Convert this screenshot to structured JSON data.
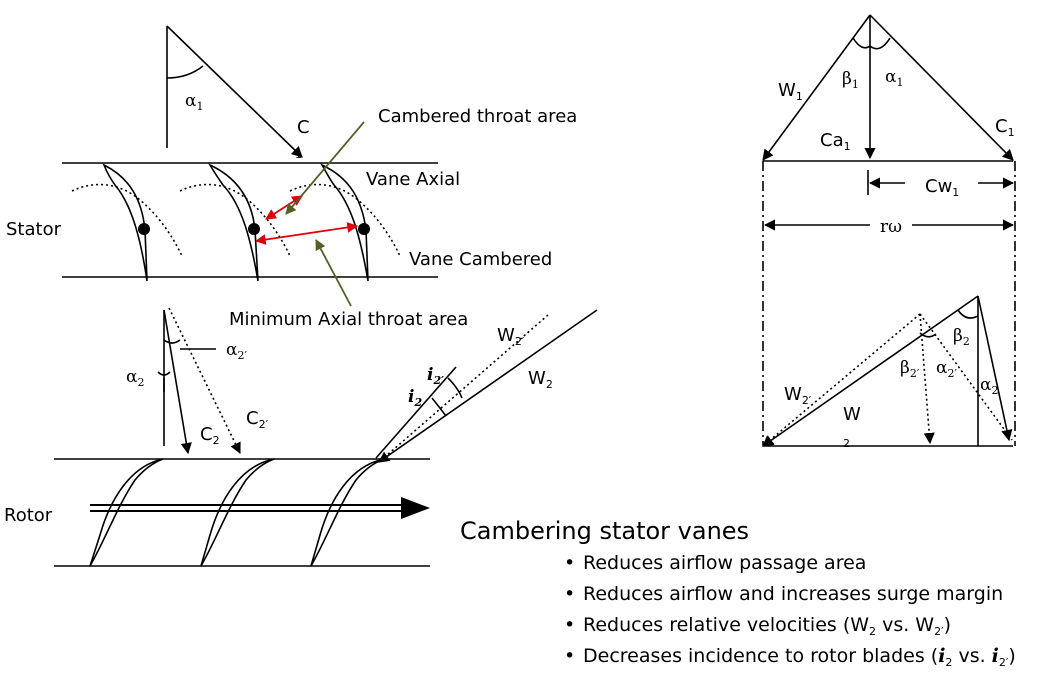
{
  "labels": {
    "stator": "Stator",
    "rotor": "Rotor",
    "cambered_throat": "Cambered throat area",
    "vane_axial": "Vane Axial",
    "vane_cambered": "Vane Cambered",
    "min_axial_throat": "Minimum Axial throat area",
    "c": "C",
    "alpha": "α",
    "beta": "β",
    "W": "W",
    "C": "C",
    "Ca": "Ca",
    "Cw": "Cw",
    "r_omega": "rω",
    "i": "i",
    "sub_1": "1",
    "sub_2": "2",
    "sub_2p": "2′",
    "sub_c": "1"
  },
  "summary": {
    "heading": "Cambering stator vanes",
    "bullet_symbol": "•",
    "bullets": [
      "Reduces airflow passage area",
      "Reduces airflow and increases surge margin",
      "Reduces relative velocities (W",
      "Decreases incidence to rotor blades ("
    ],
    "b3_vs": " vs. W",
    "b3_end": ")",
    "b4_vs": " vs. ",
    "b4_end": ")"
  },
  "colors": {
    "throat_arrows": "#e0000b",
    "callout_arrows": "#4f6228",
    "lines": "#000000"
  }
}
